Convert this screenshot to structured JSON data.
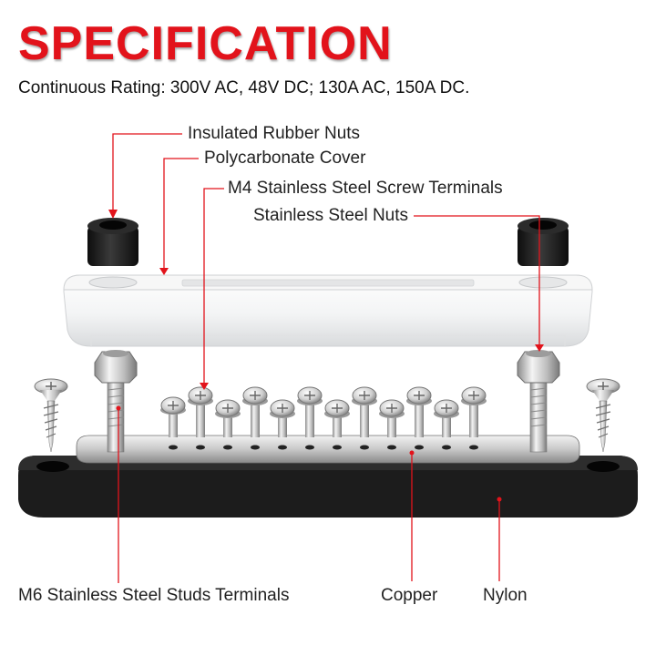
{
  "header": {
    "title": "SPECIFICATION",
    "subtitle": "Continuous Rating: 300V AC, 48V DC; 130A AC, 150A DC."
  },
  "labels": {
    "insulated_rubber_nuts": "Insulated Rubber Nuts",
    "polycarbonate_cover": "Polycarbonate Cover",
    "screw_terminals": "M4 Stainless Steel Screw Terminals",
    "stainless_steel_nuts": "Stainless Steel Nuts",
    "studs_terminals": "M6 Stainless Steel Studs Terminals",
    "copper": "Copper",
    "nylon": "Nylon"
  },
  "colors": {
    "accent": "#e2131b",
    "leader_line": "#e2131b",
    "nylon_base": "#1c1c1c",
    "rubber_nut": "#1e1e1e"
  }
}
